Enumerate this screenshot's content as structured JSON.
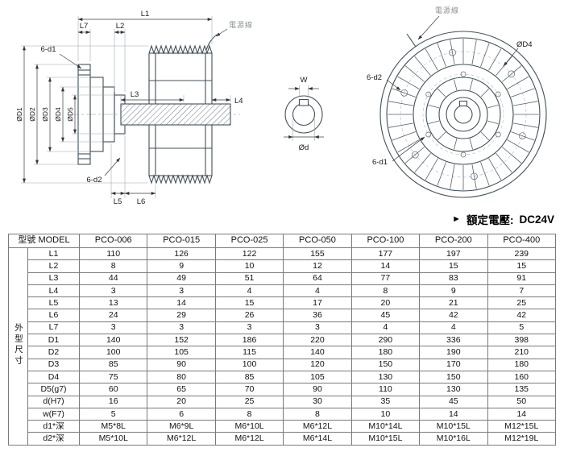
{
  "drawings": {
    "side_view": {
      "dim_l1": "L1",
      "dim_l2": "L2",
      "dim_l3": "L3",
      "dim_l4": "L4",
      "dim_l5": "L5",
      "dim_l6": "L6",
      "dim_l7": "L7",
      "dim_d1": "ØD1",
      "dim_d2": "ØD2",
      "dim_d3": "ØD3",
      "dim_d4": "ØD4",
      "dim_d5": "ØD5",
      "holes_d1": "6-d1",
      "holes_d2": "6-d2",
      "power_wire": "電源線"
    },
    "shaft_section": {
      "dim_w": "W",
      "dim_d": "Ød"
    },
    "front_view": {
      "power_wire": "電源線",
      "dim_d4": "ØD4",
      "holes_d2": "6-d2",
      "holes_d1": "6-d1"
    }
  },
  "voltage_note": {
    "marker": "►",
    "label": "額定電壓:",
    "value": "DC24V"
  },
  "table": {
    "header": {
      "model_label": "型號 MODEL",
      "models": [
        "PCO-006",
        "PCO-015",
        "PCO-025",
        "PCO-050",
        "PCO-100",
        "PCO-200",
        "PCO-400"
      ]
    },
    "group_label": "外型尺寸",
    "rows": [
      {
        "param": "L1",
        "values": [
          "110",
          "126",
          "122",
          "155",
          "177",
          "197",
          "239"
        ]
      },
      {
        "param": "L2",
        "values": [
          "8",
          "9",
          "10",
          "12",
          "14",
          "15",
          "15"
        ]
      },
      {
        "param": "L3",
        "values": [
          "44",
          "49",
          "51",
          "64",
          "77",
          "83",
          "91"
        ]
      },
      {
        "param": "L4",
        "values": [
          "3",
          "3",
          "4",
          "4",
          "8",
          "9",
          "7"
        ]
      },
      {
        "param": "L5",
        "values": [
          "13",
          "14",
          "15",
          "17",
          "20",
          "21",
          "25"
        ]
      },
      {
        "param": "L6",
        "values": [
          "24",
          "29",
          "26",
          "36",
          "45",
          "42",
          "42"
        ]
      },
      {
        "param": "L7",
        "values": [
          "3",
          "3",
          "3",
          "3",
          "4",
          "4",
          "5"
        ]
      },
      {
        "param": "D1",
        "values": [
          "140",
          "152",
          "186",
          "220",
          "290",
          "336",
          "398"
        ]
      },
      {
        "param": "D2",
        "values": [
          "100",
          "105",
          "115",
          "140",
          "180",
          "190",
          "210"
        ]
      },
      {
        "param": "D3",
        "values": [
          "85",
          "90",
          "100",
          "120",
          "150",
          "170",
          "180"
        ]
      },
      {
        "param": "D4",
        "values": [
          "75",
          "80",
          "85",
          "105",
          "130",
          "150",
          "160"
        ]
      },
      {
        "param": "D5(g7)",
        "values": [
          "60",
          "65",
          "70",
          "90",
          "110",
          "130",
          "135"
        ]
      },
      {
        "param": "d(H7)",
        "values": [
          "16",
          "20",
          "25",
          "30",
          "35",
          "45",
          "50"
        ]
      },
      {
        "param": "w(F7)",
        "values": [
          "5",
          "6",
          "8",
          "8",
          "10",
          "14",
          "14"
        ]
      },
      {
        "param": "d1*深",
        "values": [
          "M5*8L",
          "M6*9L",
          "M6*10L",
          "M6*12L",
          "M10*14L",
          "M10*15L",
          "M12*15L"
        ]
      },
      {
        "param": "d2*深",
        "values": [
          "M5*10L",
          "M6*12L",
          "M6*12L",
          "M6*14L",
          "M10*15L",
          "M10*16L",
          "M12*19L"
        ]
      }
    ]
  }
}
